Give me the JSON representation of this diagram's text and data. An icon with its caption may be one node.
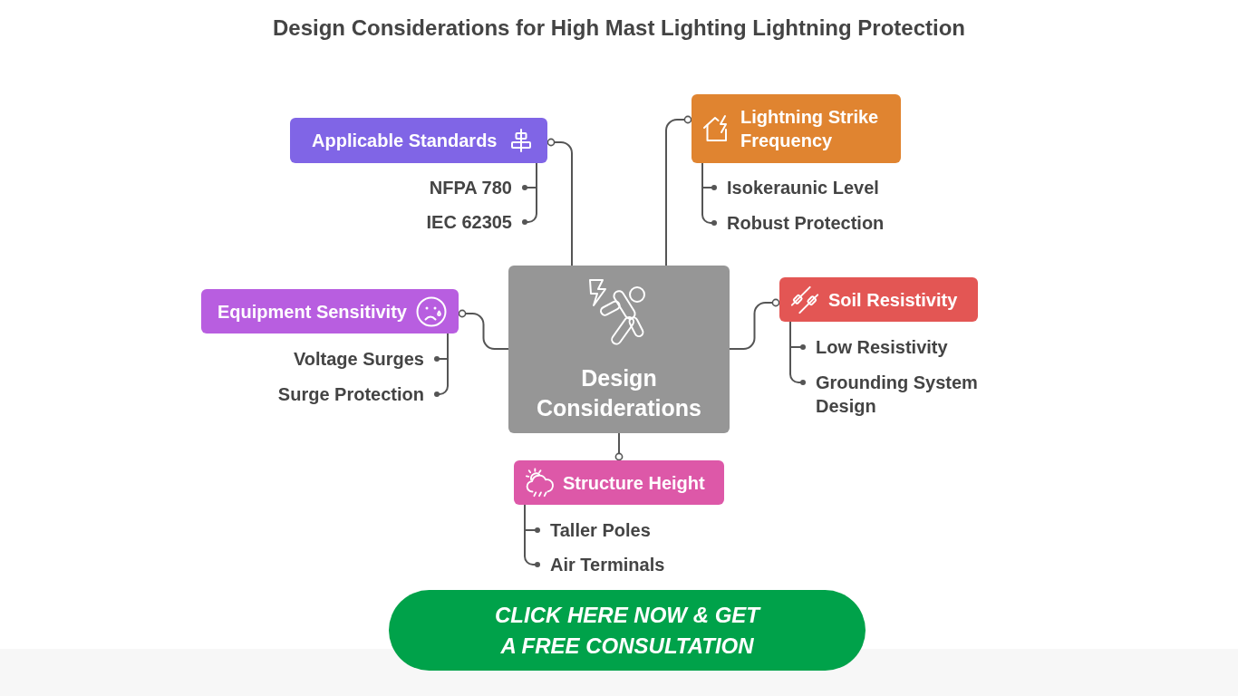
{
  "diagram": {
    "title": "Design Considerations for High Mast Lighting Lightning Protection",
    "nodes": [
      {
        "text": [
          "Applicable Standards"
        ]
      },
      {
        "text": [
          "NFPA 780"
        ]
      },
      {
        "text": [
          "IEC 62305"
        ]
      },
      {
        "text": [
          "Lightning Strike Frequency"
        ]
      },
      {
        "text": [
          "Isokeraunic Level"
        ]
      },
      {
        "text": [
          "Robust Protection"
        ]
      },
      {
        "text": [
          "Equipment Sensitivity"
        ]
      },
      {
        "text": [
          "Voltage Surges"
        ]
      },
      {
        "text": [
          "Surge Protection"
        ]
      },
      {
        "text": [
          "Design Considerations"
        ]
      },
      {
        "text": [
          "Soil Resistivity"
        ]
      },
      {
        "text": [
          "Low Resistivity"
        ]
      },
      {
        "text": [
          "Grounding System Design"
        ]
      },
      {
        "text": [
          "Structure Height"
        ]
      },
      {
        "text": [
          "Taller Poles"
        ]
      },
      {
        "text": [
          "Air Terminals"
        ]
      },
      {
        "text": [
          "CLICK HERE NOW & GET A FREE CONSULTATION"
        ]
      }
    ],
    "edges": [
      {
        "from": 9,
        "to": 0,
        "arrow": "other"
      },
      {
        "from": 9,
        "to": 3,
        "arrow": "other"
      },
      {
        "from": 9,
        "to": 6,
        "arrow": "other"
      },
      {
        "from": 9,
        "to": 10,
        "arrow": "other"
      },
      {
        "from": 9,
        "to": 13,
        "arrow": "other"
      },
      {
        "from": 0,
        "to": 1,
        "arrow": "other"
      },
      {
        "from": 0,
        "to": 2,
        "arrow": "other"
      },
      {
        "from": 3,
        "to": 4,
        "arrow": "other"
      },
      {
        "from": 3,
        "to": 5,
        "arrow": "other"
      },
      {
        "from": 6,
        "to": 7,
        "arrow": "other"
      },
      {
        "from": 6,
        "to": 8,
        "arrow": "other"
      },
      {
        "from": 10,
        "to": 11,
        "arrow": "other"
      },
      {
        "from": 10,
        "to": 12,
        "arrow": "other"
      },
      {
        "from": 13,
        "to": 14,
        "arrow": "other"
      },
      {
        "from": 13,
        "to": 15,
        "arrow": "other"
      }
    ]
  }
}
